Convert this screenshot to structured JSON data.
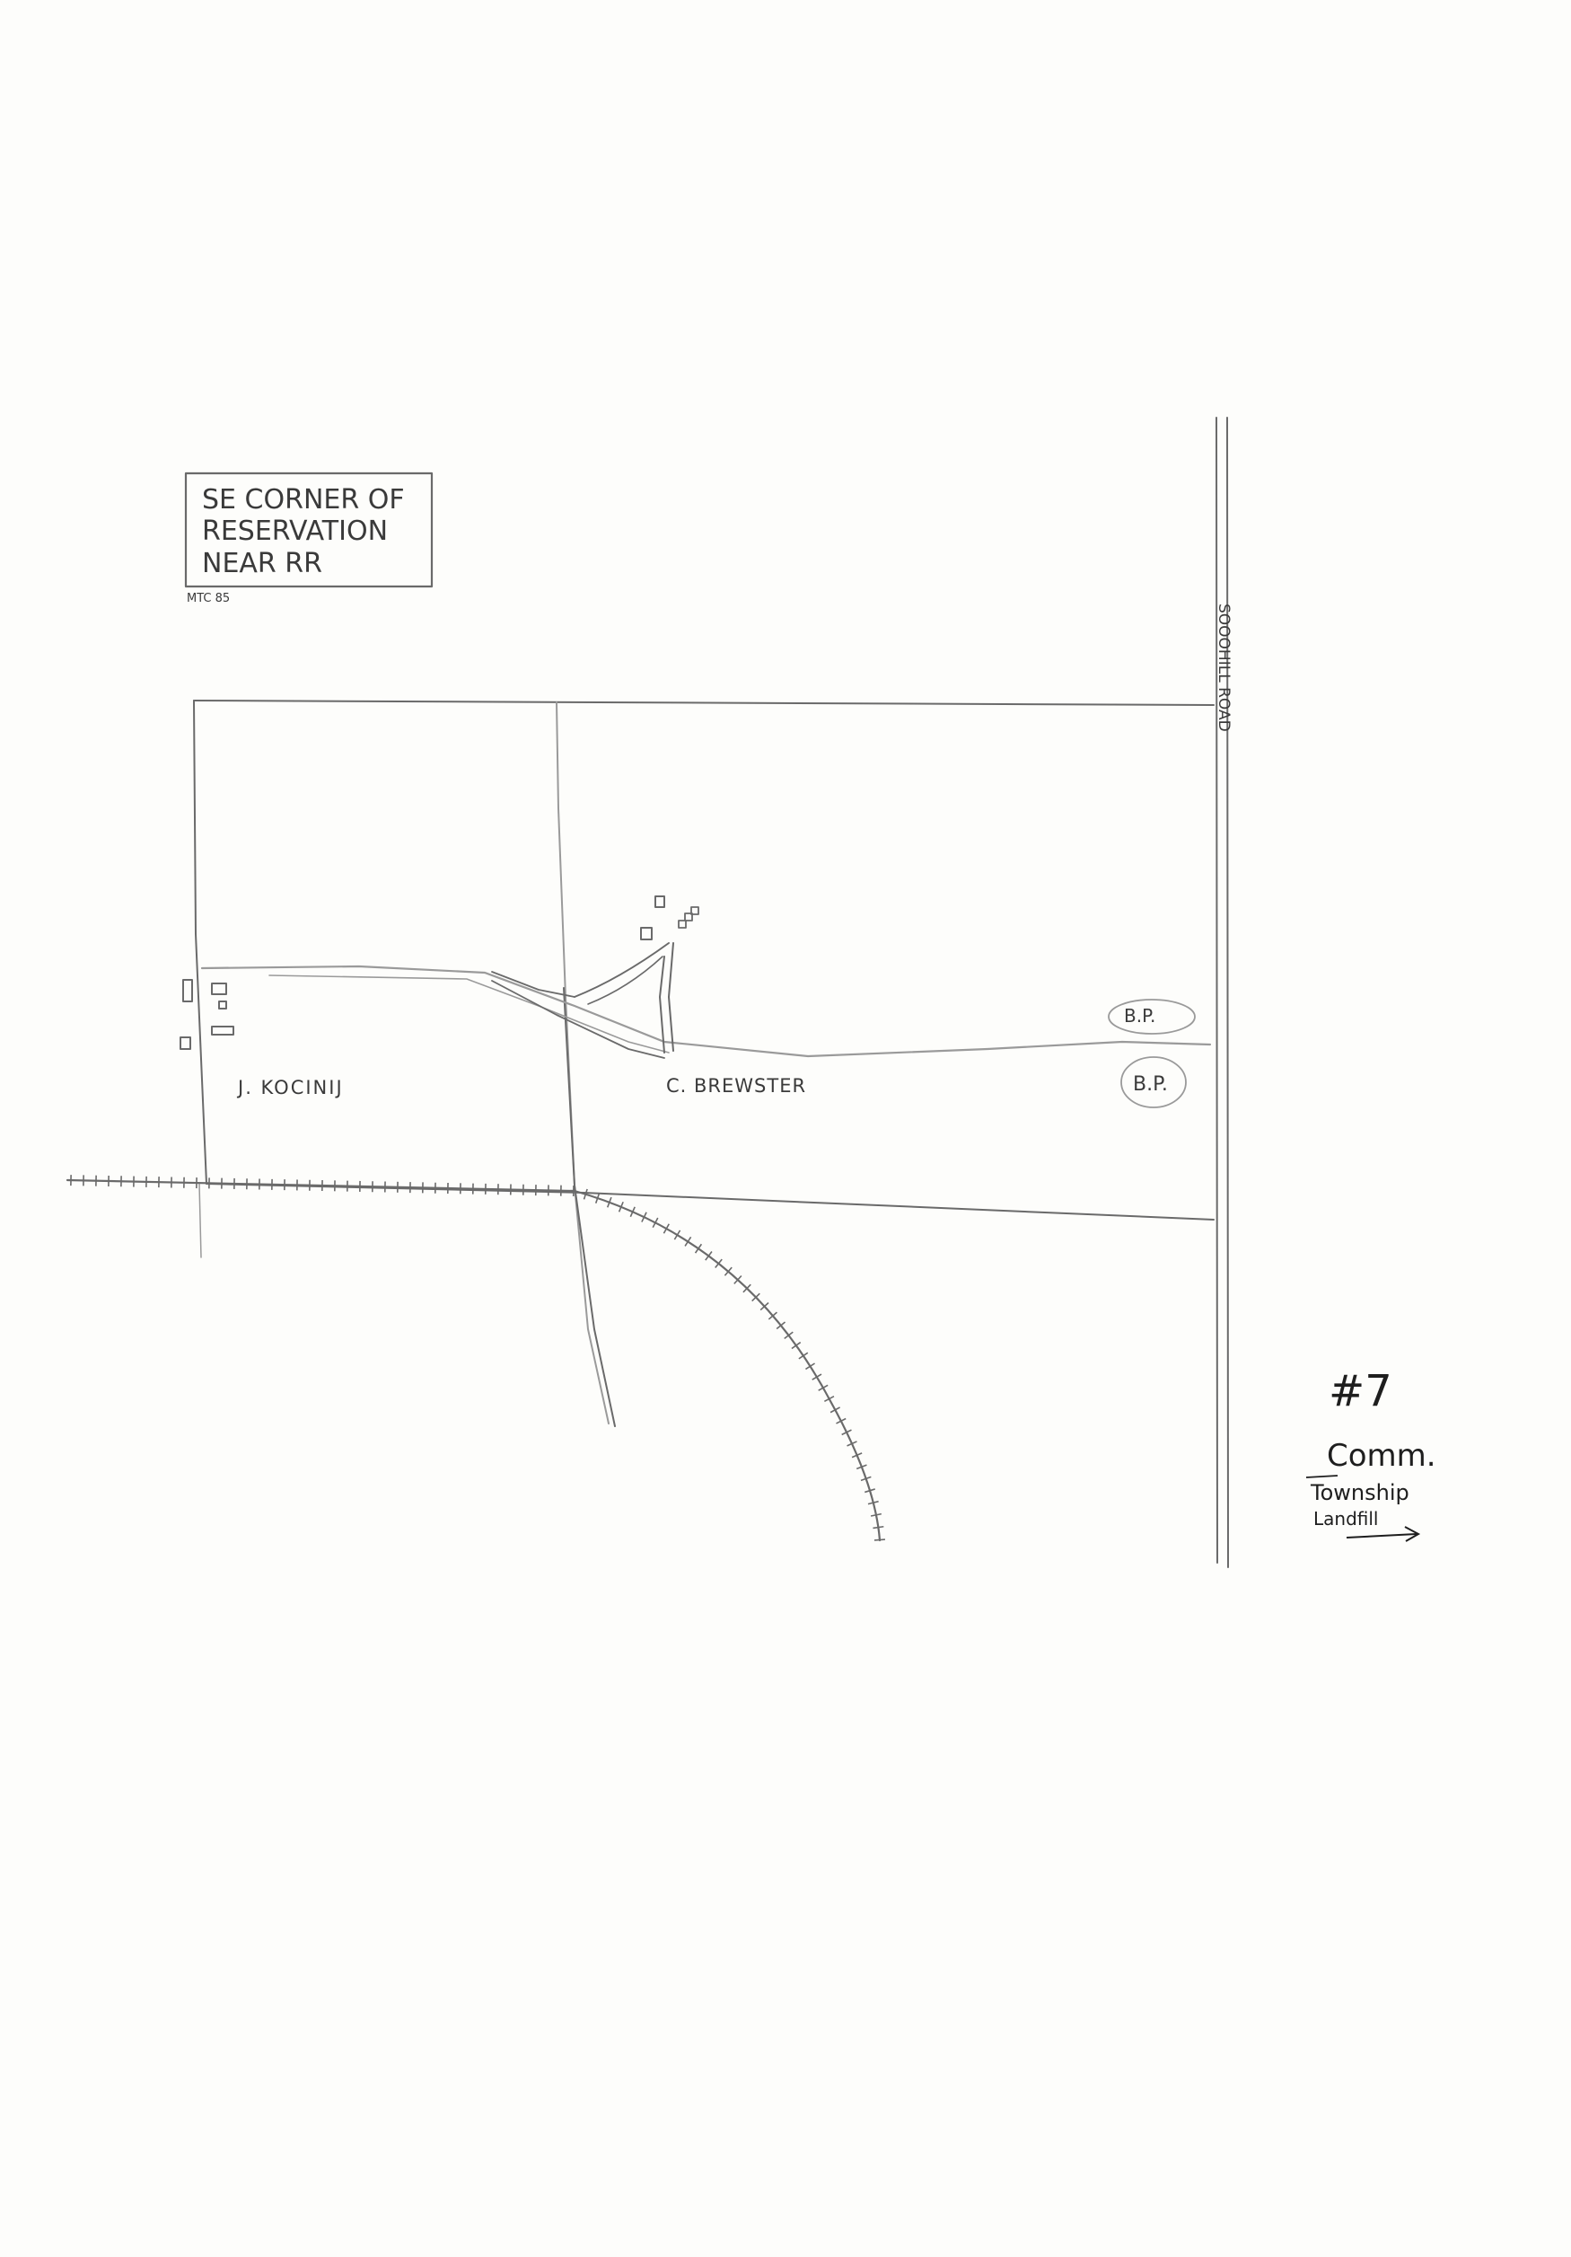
{
  "title_box": {
    "line1": "SE CORNER OF",
    "line2": "RESERVATION",
    "line3": "NEAR RR",
    "small_note": "MTC 85"
  },
  "road_label": "SOOOHILL ROAD",
  "labels": {
    "kocinij": "J. KOCINIJ",
    "brewster": "C. BREWSTER",
    "bp_upper": "B.P.",
    "bp_lower": "B.P."
  },
  "site_number": "#7",
  "site_desc": {
    "line1": "Comm.",
    "line2": "Township",
    "line3": "Landfill"
  },
  "colors": {
    "paper": "#fdfdfb",
    "pencil": "#6a6a6a",
    "ink": "#1e1e1e"
  },
  "icons": [
    "building-icon",
    "railroad-track-icon",
    "arrow-right-icon"
  ]
}
